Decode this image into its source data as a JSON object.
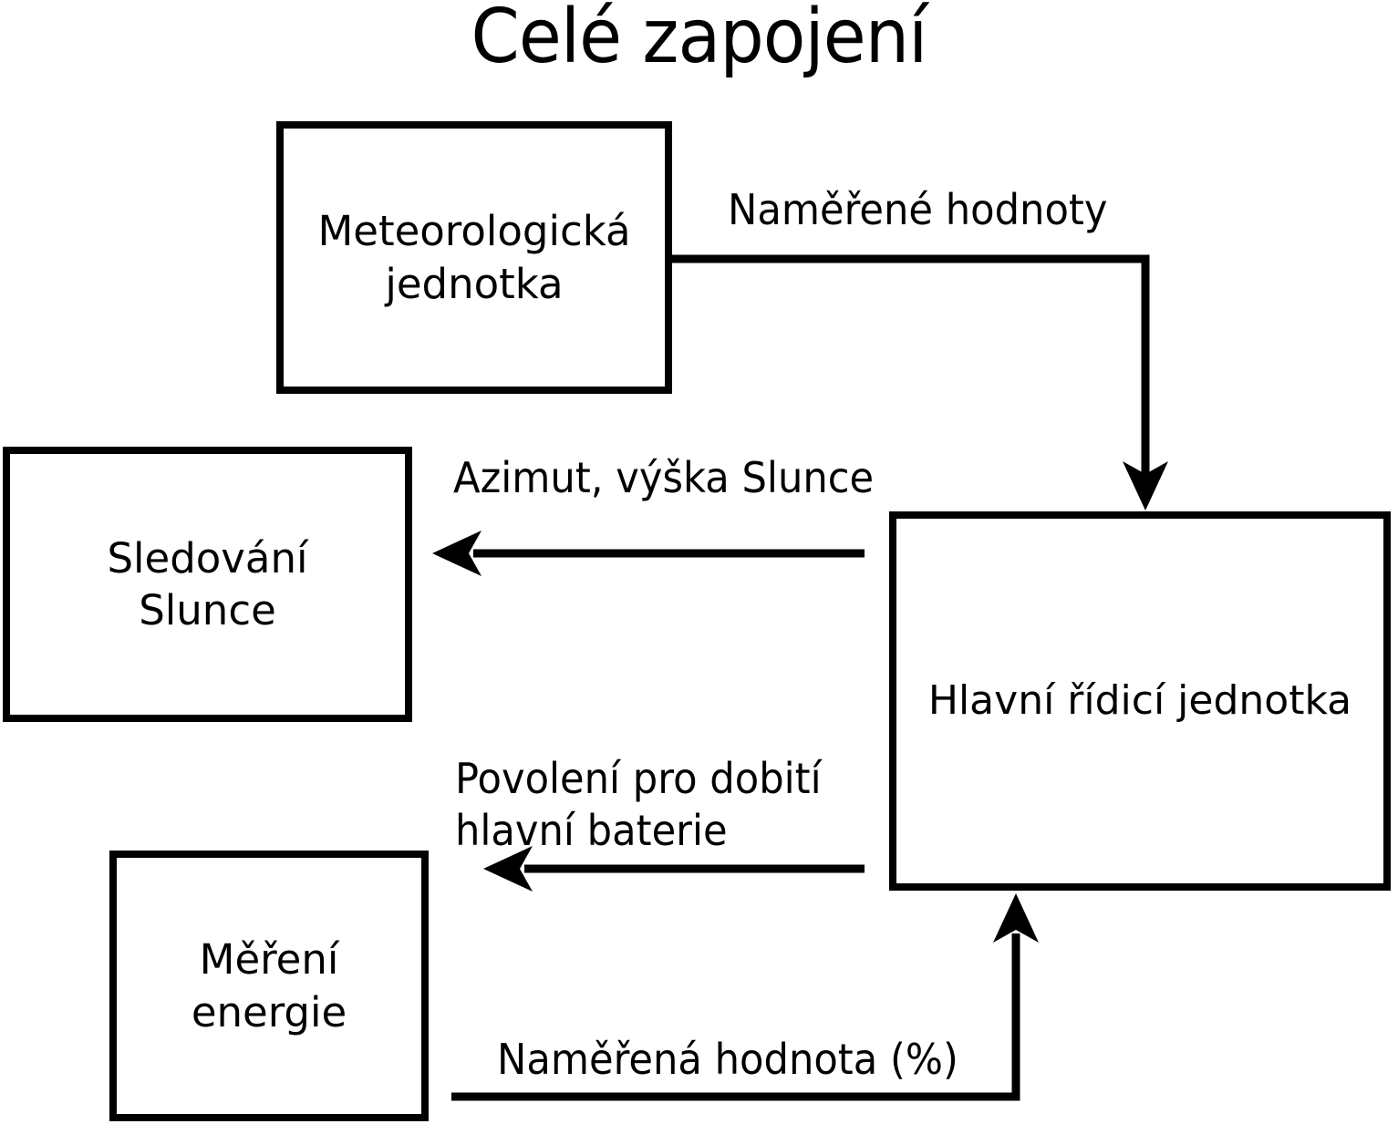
{
  "title": "Celé zapojení",
  "boxes": {
    "meteo": {
      "label": "Meteorologická\njednotka"
    },
    "sun_tracking": {
      "label": "Sledování\nSlunce"
    },
    "energy": {
      "label": "Měření\nenergie"
    },
    "main": {
      "label": "Hlavní řídicí jednotka"
    }
  },
  "arrows": {
    "measured_values": {
      "label": "Naměřené hodnoty",
      "from": "Meteorologická jednotka",
      "to": "Hlavní řídicí jednotka"
    },
    "azimuth": {
      "label": "Azimut, výška Slunce",
      "from": "Hlavní řídicí jednotka",
      "to": "Sledování Slunce"
    },
    "recharge": {
      "label": "Povolení pro dobití\nhlavní baterie",
      "from": "Hlavní řídicí jednotka",
      "to": "left"
    },
    "percent": {
      "label": "Naměřená hodnota (%)",
      "from": "Měření energie",
      "to": "Hlavní řídicí jednotka"
    }
  },
  "colors": {
    "background": "#ffffff",
    "stroke": "#000000",
    "text": "#000000"
  }
}
